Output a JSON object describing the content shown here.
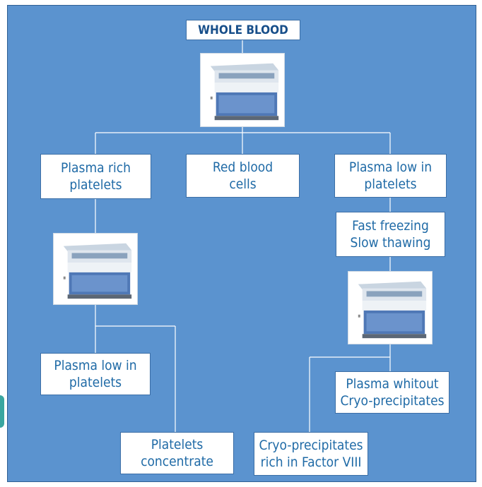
{
  "diagram": {
    "top": {
      "label": "WHOLE BLOOD"
    },
    "level1": [
      {
        "lines": [
          "Plasma rich",
          "platelets"
        ]
      },
      {
        "lines": [
          "Red blood",
          "cells"
        ]
      },
      {
        "lines": [
          "Plasma low in",
          "platelets"
        ]
      }
    ],
    "process": {
      "lines": [
        "Fast freezing",
        "Slow thawing"
      ]
    },
    "left_branch": {
      "upper": {
        "lines": [
          "Plasma low in",
          "platelets"
        ]
      },
      "lower": {
        "lines": [
          "Platelets",
          "concentrate"
        ]
      }
    },
    "right_branch": {
      "upper": {
        "lines": [
          "Plasma whitout",
          "Cryo-precipitates"
        ]
      },
      "lower": {
        "lines": [
          "Cryo-precipitates",
          "rich in Factor VIII"
        ]
      }
    },
    "icons": [
      "centrifuge-icon",
      "centrifuge-icon",
      "centrifuge-icon"
    ]
  },
  "colors": {
    "background": "#5b93cf",
    "box_fill": "#ffffff",
    "box_text": "#1f6aa6",
    "connector": "#ffffff"
  }
}
